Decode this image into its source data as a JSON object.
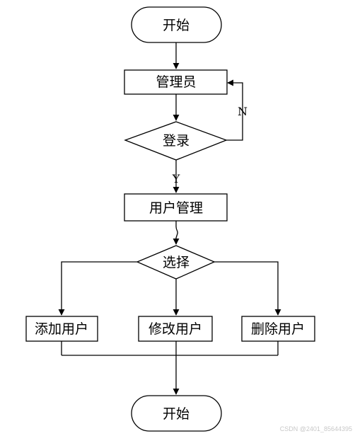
{
  "diagram": {
    "nodes": {
      "start": "开始",
      "admin": "管理员",
      "login": "登录",
      "user_mgmt": "用户管理",
      "choose": "选择",
      "add_user": "添加用户",
      "edit_user": "修改用户",
      "delete_user": "删除用户",
      "end": "开始"
    },
    "edge_labels": {
      "no": "N",
      "yes": "Y"
    }
  },
  "watermark": "CSDN @2401_85644395"
}
